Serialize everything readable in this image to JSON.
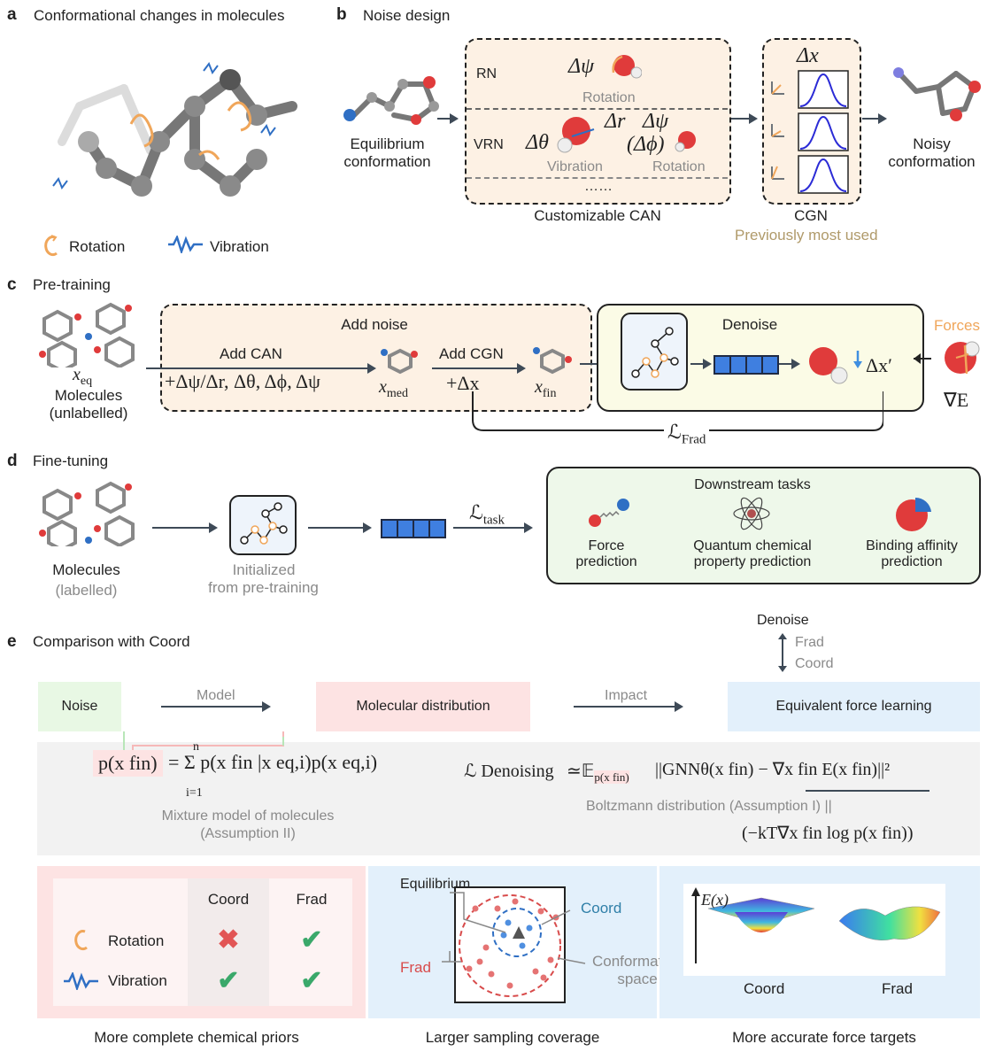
{
  "panels": {
    "a": {
      "label": "a",
      "title": "Conformational changes in molecules",
      "rotation": "Rotation",
      "vibration": "Vibration"
    },
    "b": {
      "label": "b",
      "title": "Noise design",
      "equilibrium": "Equilibrium conformation",
      "rn": "RN",
      "vrn": "VRN",
      "dpsi": "Δψ",
      "rotation": "Rotation",
      "dtheta": "Δθ",
      "dr": "Δr",
      "dpsi2": "Δψ",
      "dphi": "(Δϕ)",
      "vibration": "Vibration",
      "rotation2": "Rotation",
      "dots": "……",
      "can": "Customizable CAN",
      "dx": "Δx",
      "cgn": "CGN",
      "prev": "Previously most used",
      "noisy": "Noisy conformation"
    },
    "c": {
      "label": "c",
      "title": "Pre-training",
      "xeq": "x",
      "xeq_sub": "eq",
      "molecules": "Molecules",
      "unlabelled": "(unlabelled)",
      "add_noise": "Add noise",
      "add_can": "Add CAN",
      "can_formula": "+Δψ/Δr, Δθ, Δϕ, Δψ",
      "xmed": "x",
      "xmed_sub": "med",
      "add_cgn": "Add CGN",
      "cgn_formula": "+Δx",
      "xfin": "x",
      "xfin_sub": "fin",
      "denoise": "Denoise",
      "dxp": "Δx′",
      "forces": "Forces",
      "gradE": "∇E",
      "loss": "ℒ",
      "loss_sub": "Frad"
    },
    "d": {
      "label": "d",
      "title": "Fine-tuning",
      "molecules": "Molecules",
      "labelled": "(labelled)",
      "init": "Initialized",
      "from_pre": "from pre-training",
      "loss": "ℒ",
      "loss_sub": "task",
      "downstream": "Downstream tasks",
      "task1": "Force prediction",
      "task2": "Quantum chemical property prediction",
      "task3": "Binding affinity prediction"
    },
    "e": {
      "label": "e",
      "title": "Comparison with Coord",
      "denoise": "Denoise",
      "frad": "Frad",
      "coord": "Coord",
      "noise": "Noise",
      "model": "Model",
      "mol_dist": "Molecular distribution",
      "impact": "Impact",
      "efl": "Equivalent force learning",
      "pxfin": "p(x fin)",
      "sum_eq": "= Σ p(x fin |x eq,i)p(x eq,i)",
      "sum_n": "n",
      "sum_i": "i=1",
      "mixture": "Mixture model of molecules",
      "assump2": "(Assumption II)",
      "ldenoise": "ℒ Denoising",
      "expect": "≃𝔼",
      "expect_sub": "p(x fin)",
      "gnn": "||GNNθ(x fin) − ∇x fin E(x fin)||²",
      "boltz": "Boltzmann distribution (Assumption I) ||",
      "kt": "(−kT∇x fin log p(x fin))",
      "table_coord": "Coord",
      "table_frad": "Frad",
      "row_rot": "Rotation",
      "row_vib": "Vibration",
      "equilibrium": "Equilibrium",
      "coord_lbl": "Coord",
      "frad_lbl": "Frad",
      "conf_space": "Conformation space",
      "ex": "E(x)",
      "surf_coord": "Coord",
      "surf_frad": "Frad",
      "bottom1": "More complete chemical priors",
      "bottom2": "Larger sampling coverage",
      "bottom3": "More accurate force targets"
    }
  },
  "colors": {
    "orange": "#f0a65a",
    "blue": "#2f6fc4",
    "green_bg": "#e8f8e4",
    "red_bg": "#fde3e3",
    "blue_bg": "#e3f0fb",
    "gray_bg": "#f2f2f2"
  }
}
